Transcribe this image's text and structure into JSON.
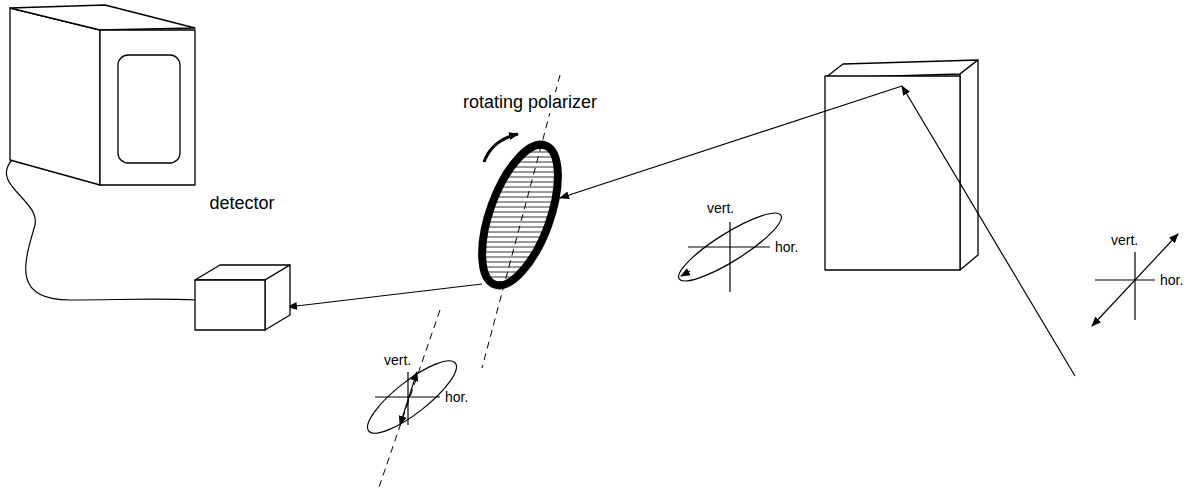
{
  "diagram": {
    "nodes": [
      {
        "text": [
          "detector"
        ]
      },
      {
        "text": [
          "rotating polarizer"
        ]
      }
    ],
    "edges": [
      {
        "from": 1,
        "to": 0,
        "arrow": "to"
      }
    ],
    "labels": [
      "vert.",
      "hor.",
      "vert.",
      "hor.",
      "vert.",
      "hor."
    ]
  }
}
